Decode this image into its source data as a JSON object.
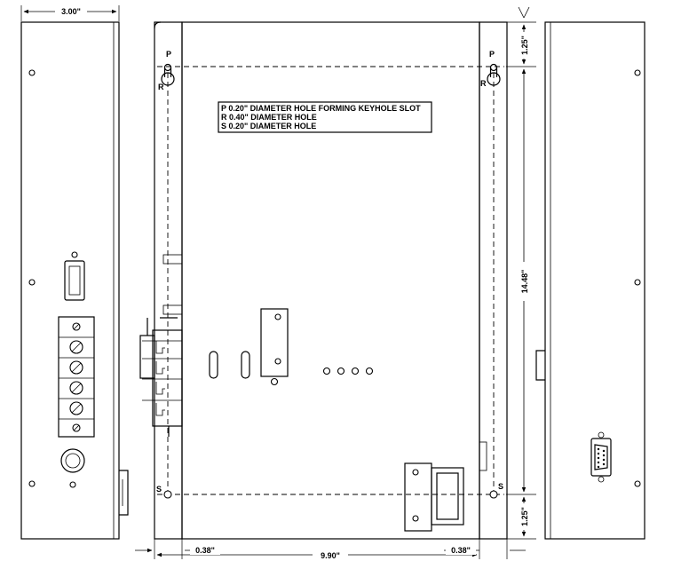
{
  "dimensions": {
    "side_width": "3.00\"",
    "top_margin": "1.25\"",
    "height": "14.48\"",
    "bottom_margin": "1.25\"",
    "left_offset": "0.38\"",
    "width": "9.90\"",
    "right_offset": "0.38\""
  },
  "legend": {
    "lines": [
      "P 0.20\" DIAMETER HOLE FORMING KEYHOLE SLOT",
      "R 0.40\" DIAMETER HOLE",
      "S 0.20\" DIAMETER HOLE"
    ]
  },
  "hole_labels": {
    "p": "P",
    "r": "R",
    "s": "S"
  }
}
